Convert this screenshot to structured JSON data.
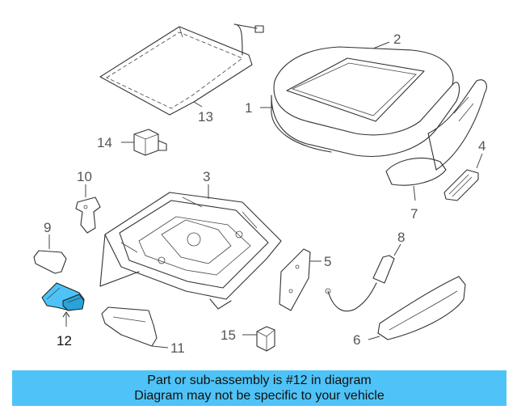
{
  "diagram": {
    "highlight_color": "#4fc3f7",
    "callouts": [
      {
        "id": "1",
        "label": "1"
      },
      {
        "id": "2",
        "label": "2"
      },
      {
        "id": "3",
        "label": "3"
      },
      {
        "id": "4",
        "label": "4"
      },
      {
        "id": "5",
        "label": "5"
      },
      {
        "id": "6",
        "label": "6"
      },
      {
        "id": "7",
        "label": "7"
      },
      {
        "id": "8",
        "label": "8"
      },
      {
        "id": "9",
        "label": "9"
      },
      {
        "id": "10",
        "label": "10"
      },
      {
        "id": "11",
        "label": "11"
      },
      {
        "id": "12",
        "label": "12"
      },
      {
        "id": "13",
        "label": "13"
      },
      {
        "id": "14",
        "label": "14"
      },
      {
        "id": "15",
        "label": "15"
      }
    ]
  },
  "caption": {
    "line1": "Part or sub-assembly is #12 in diagram",
    "line2": "Diagram may not be specific to your vehicle",
    "background": "#4fc3f7"
  }
}
